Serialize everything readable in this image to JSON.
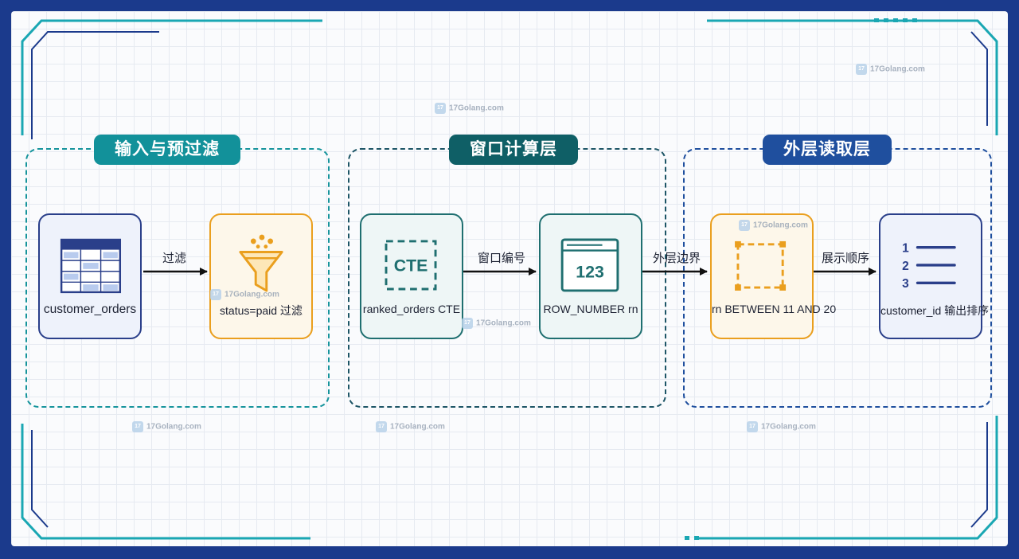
{
  "colors": {
    "frame": "#1b3a8c",
    "teal": "#12919a",
    "dark_teal": "#0f5f66",
    "navy": "#1f4f9e",
    "node_navy": "#2a3f8a",
    "orange": "#ea9f1e",
    "teal_node": "#1f6f70"
  },
  "groups": [
    {
      "title": "输入与预过滤"
    },
    {
      "title": "窗口计算层"
    },
    {
      "title": "外层读取层"
    }
  ],
  "nodes": [
    {
      "label": "customer_orders",
      "icon": "table-icon"
    },
    {
      "label": "status=paid 过滤",
      "icon": "funnel-icon"
    },
    {
      "label": "ranked_orders CTE",
      "icon": "cte-icon",
      "icon_text": "CTE"
    },
    {
      "label": "ROW_NUMBER rn",
      "icon": "window-icon",
      "icon_text": "123"
    },
    {
      "label": "rn BETWEEN 11 AND 20",
      "icon": "selection-box-icon"
    },
    {
      "label": "customer_id 输出排序",
      "icon": "numbered-list-icon",
      "icon_numbers": [
        "1",
        "2",
        "3"
      ]
    }
  ],
  "edges": [
    {
      "label": "过滤"
    },
    {
      "label": "窗口编号"
    },
    {
      "label": "外层边界"
    },
    {
      "label": "展示顺序"
    }
  ],
  "watermark": {
    "text": "17Golang.com"
  }
}
